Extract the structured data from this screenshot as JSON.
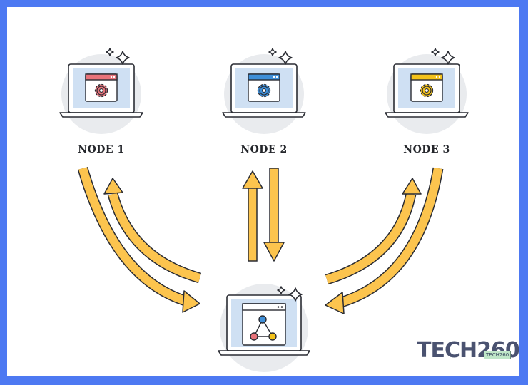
{
  "nodes": [
    {
      "label": "NODE 1",
      "accent": "#e8737a",
      "accent_light": "#f8d3d3"
    },
    {
      "label": "NODE 2",
      "accent": "#3f8fd8",
      "accent_light": "#cfe3f6"
    },
    {
      "label": "NODE 3",
      "accent": "#f3c21b",
      "accent_light": "#fcefbf"
    }
  ],
  "hub": {
    "accent": "#e8737a",
    "link_colors": [
      "#3f8fd8",
      "#f3c21b",
      "#e8737a"
    ]
  },
  "colors": {
    "arrow": "#fcc44e",
    "outline": "#2a2c33",
    "circle_bg": "#e9ebee",
    "screen": "#cfe0f3"
  },
  "logo": {
    "text": "TECH260",
    "badge": "TECH260"
  }
}
